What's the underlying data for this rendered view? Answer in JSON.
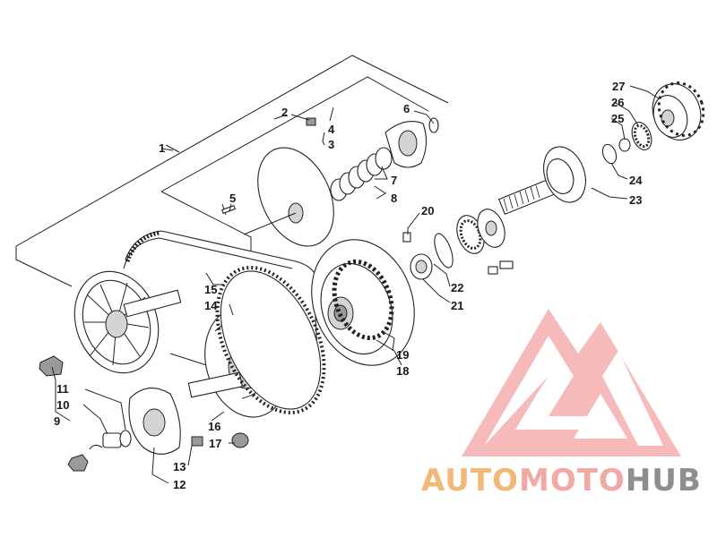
{
  "callouts": [
    "1",
    "2",
    "3",
    "4",
    "5",
    "6",
    "7",
    "8",
    "9",
    "10",
    "11",
    "12",
    "13",
    "14",
    "15",
    "16",
    "17",
    "18",
    "19",
    "20",
    "21",
    "22",
    "23",
    "24",
    "25",
    "26",
    "27"
  ],
  "watermark": {
    "part1": "AUTO",
    "part2": "MOTO",
    "part3": "HUB",
    "color_auto": "#f1b878",
    "color_moto": "#f0a9a3",
    "color_hub": "#8e8e8e",
    "logo_color": "#f08a8a"
  }
}
